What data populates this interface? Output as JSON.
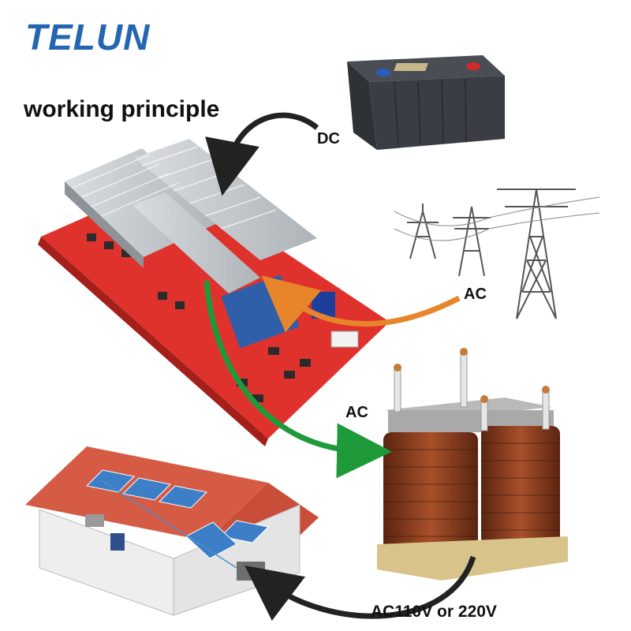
{
  "brand": "TELUN",
  "title": "working principle",
  "labels": {
    "dc": "DC",
    "ac_grid": "AC",
    "ac_output": "AC",
    "voltage": "AC110V or 220V"
  },
  "colors": {
    "brand_blue": "#2466b0",
    "arrow_dark": "#222222",
    "arrow_orange": "#e8852a",
    "arrow_green": "#1f9a3a",
    "pcb_red": "#e0322c",
    "copper": "#8a3a1c"
  },
  "icons": [
    "battery-icon",
    "inverter-board-icon",
    "power-tower-icon",
    "transformer-icon",
    "solar-house-icon"
  ]
}
